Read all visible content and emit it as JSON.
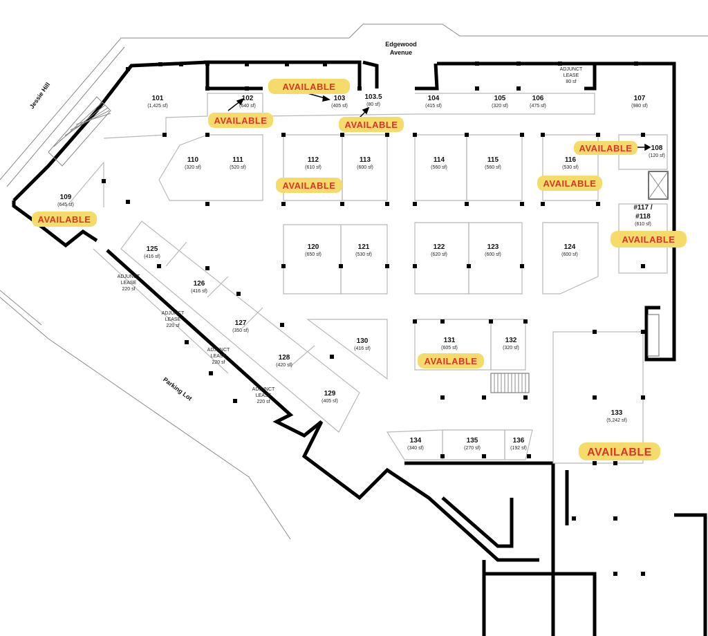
{
  "streets": [
    {
      "id": "edgewood",
      "lines": [
        "Edgewood",
        "Avenue"
      ]
    },
    {
      "id": "jessie",
      "lines": [
        "Jessie Hill"
      ]
    },
    {
      "id": "parking",
      "lines": [
        "Parking Lot"
      ]
    }
  ],
  "units": [
    {
      "num": "101",
      "sf": "(1,425 sf)"
    },
    {
      "num": "102",
      "sf": "(640 sf)"
    },
    {
      "num": "103",
      "sf": "(405 sf)"
    },
    {
      "num": "103.5",
      "sf": "(80 sf)"
    },
    {
      "num": "104",
      "sf": "(415 sf)"
    },
    {
      "num": "105",
      "sf": "(320 sf)"
    },
    {
      "num": "106",
      "sf": "(475 sf)"
    },
    {
      "num": "107",
      "sf": "(980 sf)"
    },
    {
      "num": "108",
      "sf": "(120 sf)"
    },
    {
      "num": "109",
      "sf": "(645 sf)"
    },
    {
      "num": "110",
      "sf": "(320 sf)"
    },
    {
      "num": "111",
      "sf": "(520 sf)"
    },
    {
      "num": "112",
      "sf": "(610 sf)"
    },
    {
      "num": "113",
      "sf": "(600 sf)"
    },
    {
      "num": "114",
      "sf": "(560 sf)"
    },
    {
      "num": "115",
      "sf": "(560 sf)"
    },
    {
      "num": "116",
      "sf": "(530 sf)"
    },
    {
      "num": "#117 /",
      "num2": "#118",
      "sf": "(610 sf)"
    },
    {
      "num": "120",
      "sf": "(650 sf)"
    },
    {
      "num": "121",
      "sf": "(530 sf)"
    },
    {
      "num": "122",
      "sf": "(620 sf)"
    },
    {
      "num": "123",
      "sf": "(600 sf)"
    },
    {
      "num": "124",
      "sf": "(600 sf)"
    },
    {
      "num": "125",
      "sf": "(416 sf)"
    },
    {
      "num": "126",
      "sf": "(416 sf)"
    },
    {
      "num": "127",
      "sf": "(350 sf)"
    },
    {
      "num": "128",
      "sf": "(420 sf)"
    },
    {
      "num": "129",
      "sf": "(405 sf)"
    },
    {
      "num": "130",
      "sf": "(416 sf)"
    },
    {
      "num": "131",
      "sf": "(605 sf)"
    },
    {
      "num": "132",
      "sf": "(320 sf)"
    },
    {
      "num": "133",
      "sf": "(5,242 sf)"
    },
    {
      "num": "134",
      "sf": "(340 sf)"
    },
    {
      "num": "135",
      "sf": "(270 sf)"
    },
    {
      "num": "136",
      "sf": "(192 sf)"
    }
  ],
  "adjunct_leases": [
    {
      "lines": [
        "ADJUNCT",
        "LEASE",
        "80 sf"
      ]
    },
    {
      "lines": [
        "ADJUNCT",
        "LEASE",
        "220 sf"
      ]
    },
    {
      "lines": [
        "ADJUNCT",
        "LEASE",
        "220 sf"
      ]
    },
    {
      "lines": [
        "ADJUNCT",
        "LEASE",
        "220 sf"
      ]
    },
    {
      "lines": [
        "ADJUNCT",
        "LEASE",
        "220 sf"
      ]
    }
  ],
  "available_label": "AVAILABLE",
  "colors": {
    "available_bg": "#f5dc6a",
    "available_text": "#d9342b",
    "wall": "#000000"
  }
}
